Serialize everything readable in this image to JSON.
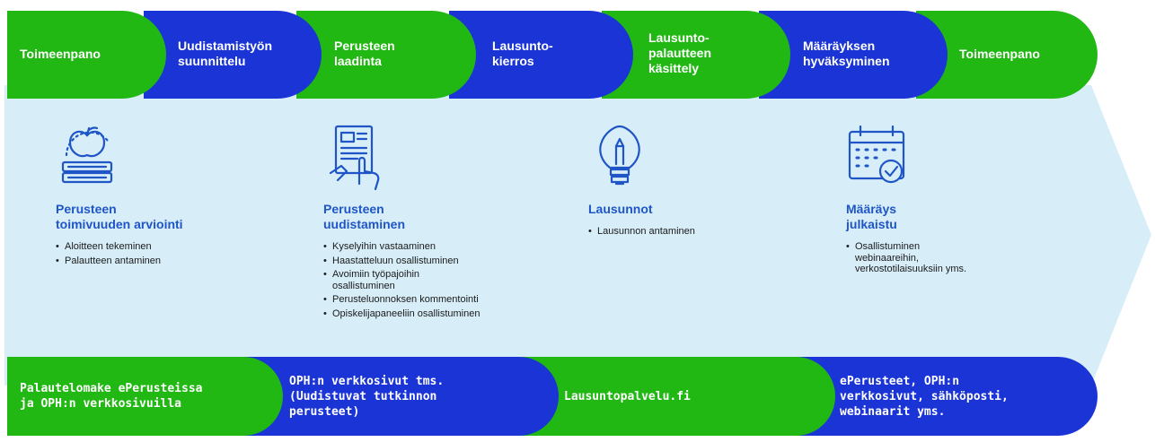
{
  "colors": {
    "green": "#22b814",
    "blue": "#1a34d6",
    "arrow": "#d7eef9",
    "heading": "#1f55c7"
  },
  "top_steps": [
    {
      "label": "Toimeenpano",
      "color": "green"
    },
    {
      "label": "Uudistamistyön\nsuunnittelu",
      "color": "blue"
    },
    {
      "label": "Perusteen\nlaadinta",
      "color": "green"
    },
    {
      "label": "Lausunto-\nkierros",
      "color": "blue"
    },
    {
      "label": "Lausunto-\npalautteen\nkäsittely",
      "color": "green"
    },
    {
      "label": "Määräyksen\nhyväksyminen",
      "color": "blue"
    },
    {
      "label": "Toimeenpano",
      "color": "green"
    }
  ],
  "columns": [
    {
      "icon": "apple-books-icon",
      "heading": "Perusteen\ntoimivuuden arviointi",
      "items": [
        "Aloitteen tekeminen",
        "Palautteen antaminen"
      ]
    },
    {
      "icon": "document-hand-icon",
      "heading": "Perusteen\nuudistaminen",
      "items": [
        "Kyselyihin vastaaminen",
        "Haastatteluun osallistuminen",
        "Avoimiin työpajoihin\nosallistuminen",
        "Perusteluonnoksen kommentointi",
        "Opiskelijapaneeliin osallistuminen"
      ]
    },
    {
      "icon": "lightbulb-icon",
      "heading": "Lausunnot",
      "items": [
        "Lausunnon antaminen"
      ]
    },
    {
      "icon": "calendar-check-icon",
      "heading": "Määräys\njulkaistu",
      "items": [
        "Osallistuminen\nwebinaareihin,\nverkostotilaisuuksiin yms."
      ]
    }
  ],
  "bottom_channels": [
    {
      "label": "Palautelomake ePerusteissa\nja OPH:n verkkosivuilla",
      "color": "green"
    },
    {
      "label": "OPH:n verkkosivut tms.\n(Uudistuvat tutkinnon\nperusteet)",
      "color": "blue"
    },
    {
      "label": "Lausuntopalvelu.fi",
      "color": "green"
    },
    {
      "label": "ePerusteet, OPH:n\nverkkosivut, sähköposti,\nwebinaarit yms.",
      "color": "blue"
    }
  ]
}
